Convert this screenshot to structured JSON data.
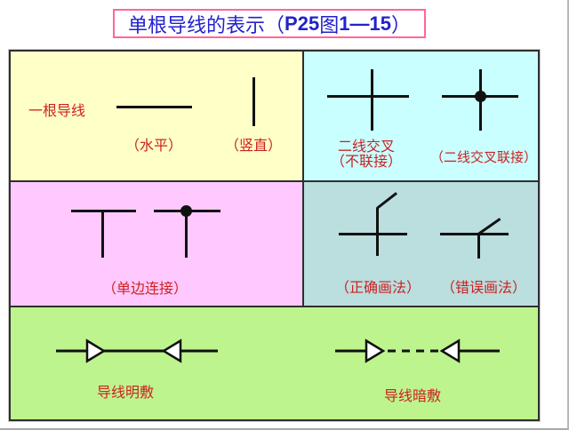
{
  "title": {
    "prefix": "单根导线的表示（",
    "page_ref": "P25",
    "mid": "图",
    "figure_ref": "1—15",
    "suffix": "）"
  },
  "cells": {
    "single_wire": {
      "name_label": "一根导线",
      "horizontal_caption": "（水平）",
      "vertical_caption": "（竖直）"
    },
    "crossing": {
      "unjoined_caption_line1": "二线交叉",
      "unjoined_caption_line2": "（不联接）",
      "joined_caption": "（二线交叉联接）"
    },
    "tee": {
      "caption": "（单边连接）"
    },
    "branch": {
      "correct_caption": "（正确画法）",
      "wrong_caption": "（错误画法）"
    },
    "laying": {
      "exposed_caption": "导线明敷",
      "concealed_caption": "导线暗敷"
    }
  },
  "colors": {
    "title_text": "#2222CC",
    "title_border": "#FF6699",
    "label_red": "#CC2222",
    "cell_yellow": "#FFFFC8",
    "cell_cyan": "#C9FFFF",
    "cell_pink": "#FFC9FF",
    "cell_teal": "#BBDEDE",
    "cell_green": "#BEF48D",
    "grid_line": "#2E2E2E",
    "wire_black": "#111111"
  }
}
